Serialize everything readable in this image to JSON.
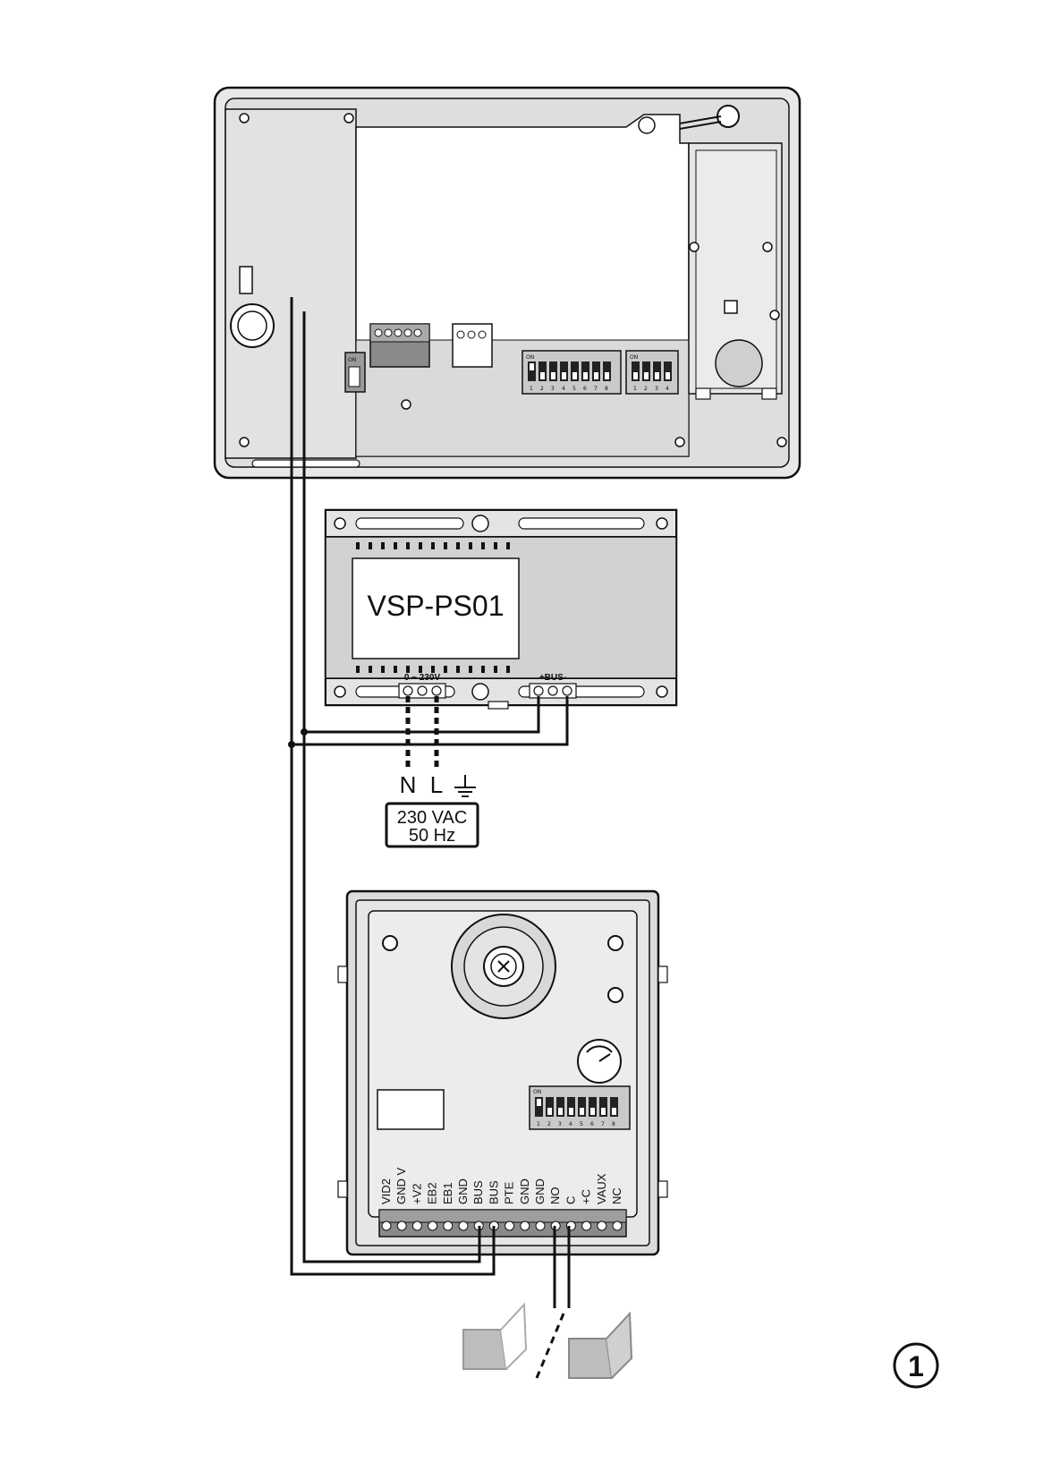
{
  "monitor": {
    "dip_left_on": "ON",
    "dip8_on": "ON",
    "dip8_numbers": [
      "1",
      "2",
      "3",
      "4",
      "5",
      "6",
      "7",
      "8"
    ],
    "dip4_on": "ON",
    "dip4_numbers": [
      "1",
      "2",
      "3",
      "4"
    ]
  },
  "power_supply": {
    "model": "VSP-PS01",
    "ac_terminal_label": "0 ~ 230V",
    "bus_terminal_label": "+BUS-"
  },
  "mains": {
    "neutral": "N",
    "live": "L",
    "voltage": "230 VAC",
    "frequency": "50 Hz"
  },
  "door_panel": {
    "dip_on": "ON",
    "dip_numbers": [
      "1",
      "2",
      "3",
      "4",
      "5",
      "6",
      "7",
      "8"
    ],
    "terminals": [
      "VID2",
      "GND V",
      "+V2",
      "EB2",
      "EB1",
      "GND",
      "BUS",
      "BUS",
      "PTE",
      "GND",
      "GND",
      "NO",
      "C",
      "+C",
      "VAUX",
      "NC"
    ]
  },
  "figure_number": "1",
  "colors": {
    "line": "#111111",
    "panel_fill": "#e6e6e6",
    "terminal_green": "#8a8a8a",
    "lock_gray": "#bdbdbd"
  }
}
